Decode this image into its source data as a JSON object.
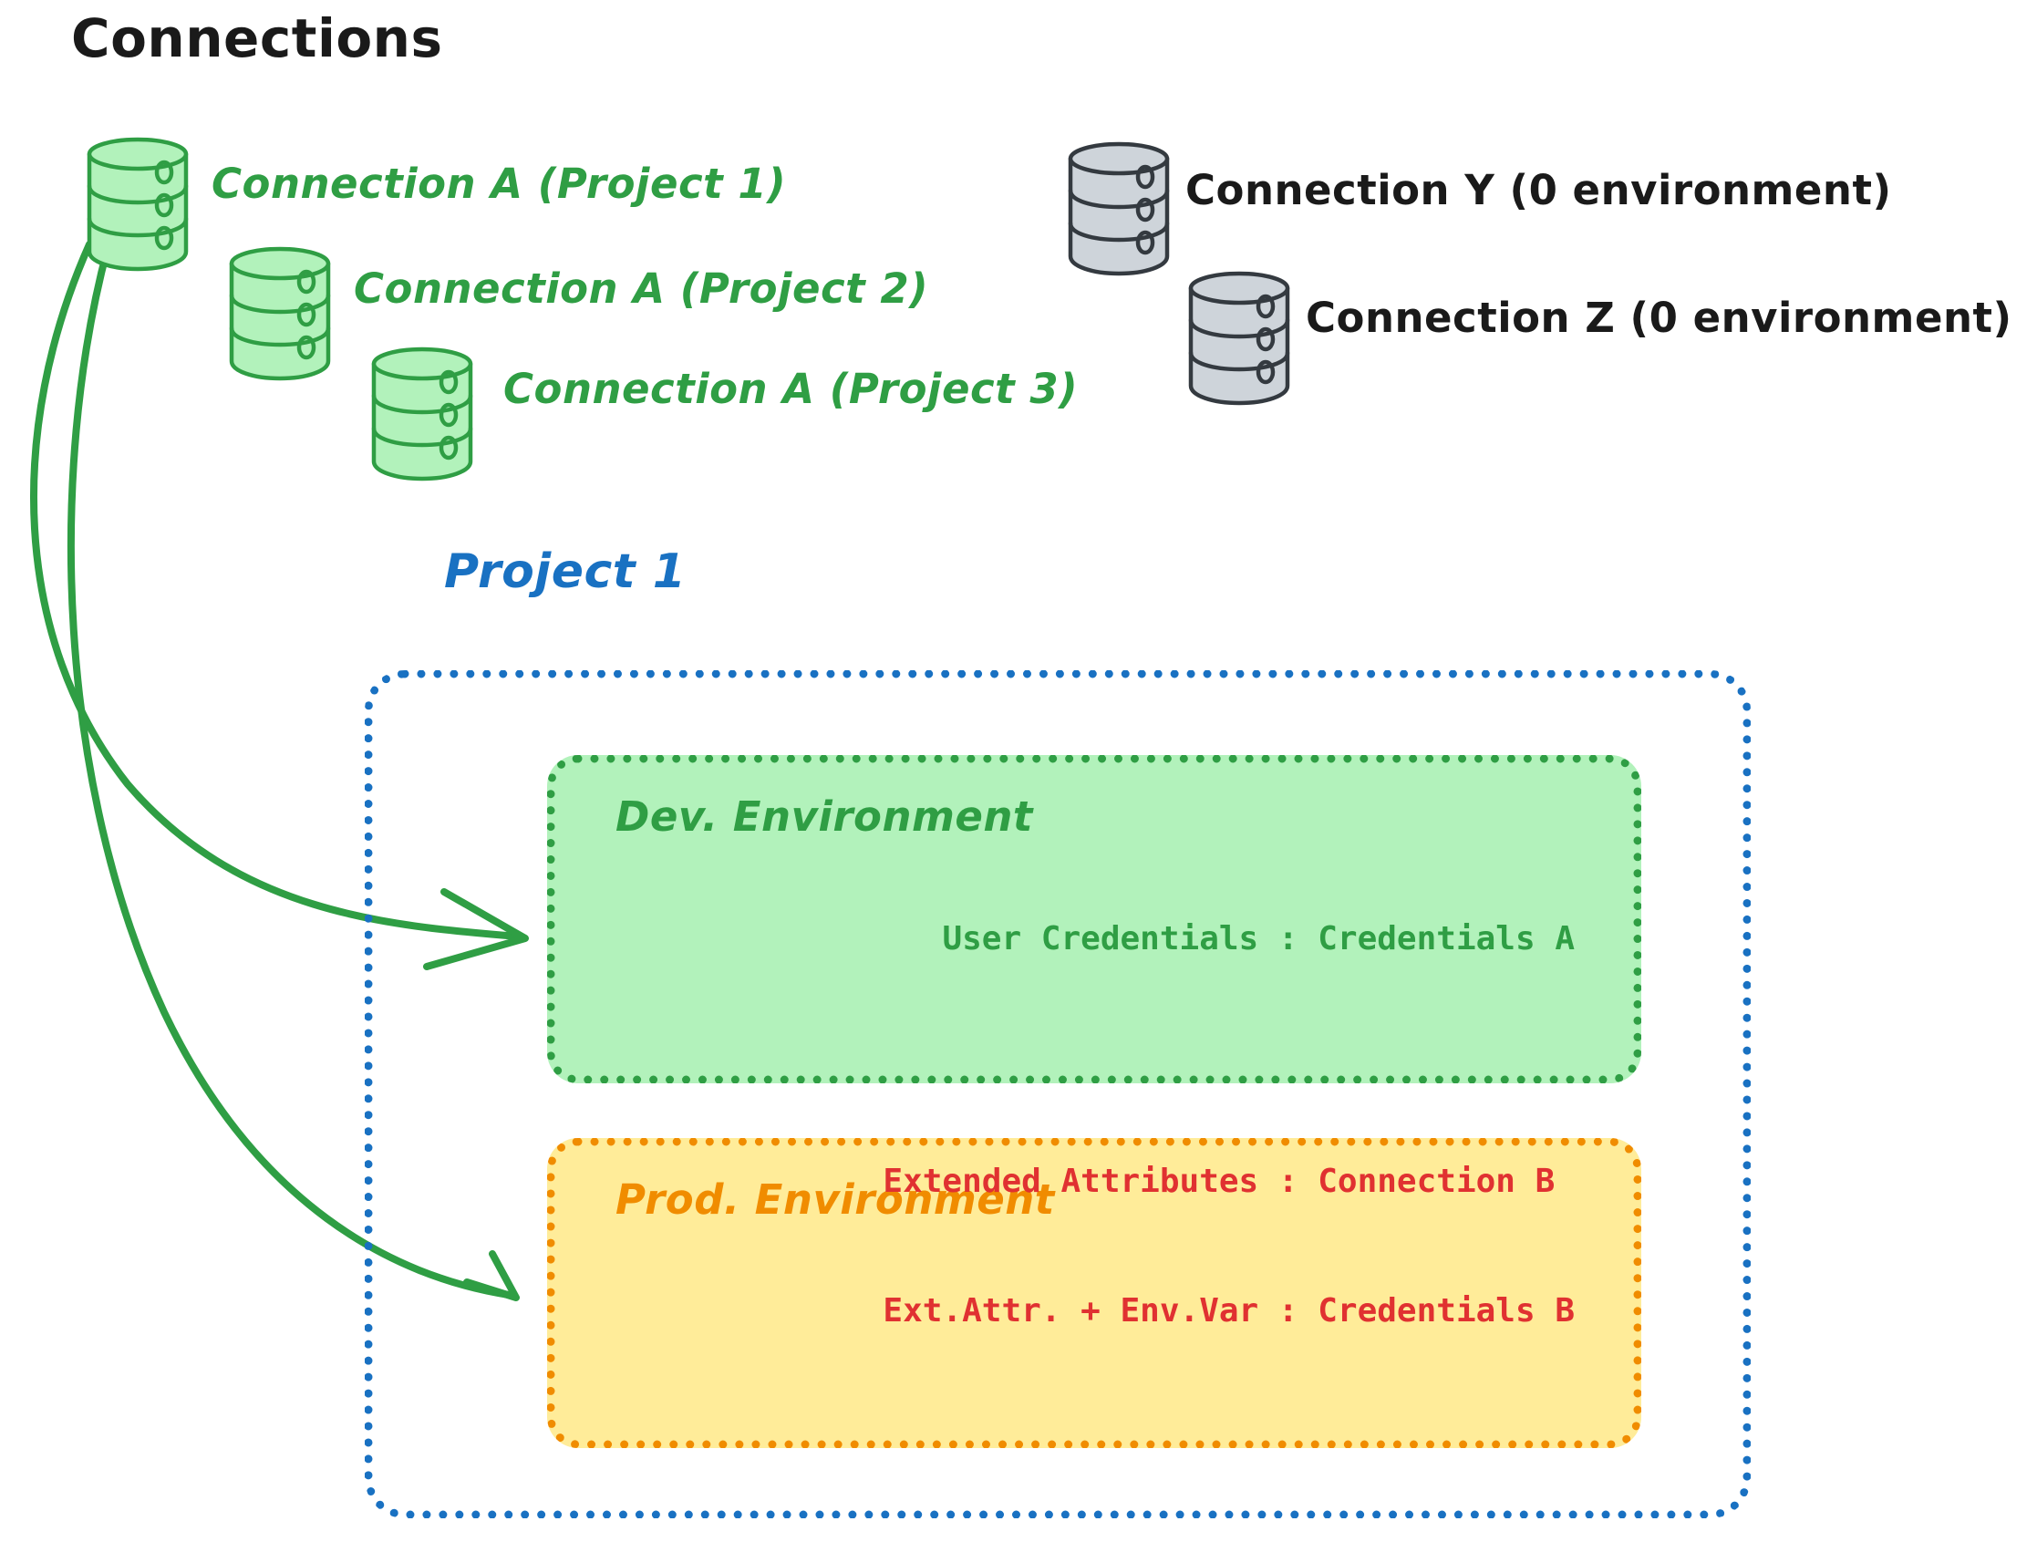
{
  "title": "Connections",
  "connections": [
    {
      "id": "conn-a-p1",
      "label": "Connection A (Project 1)",
      "color": "green"
    },
    {
      "id": "conn-a-p2",
      "label": "Connection A (Project 2)",
      "color": "green"
    },
    {
      "id": "conn-a-p3",
      "label": "Connection A (Project 3)",
      "color": "green"
    },
    {
      "id": "conn-y",
      "label": "Connection Y (0 environment)",
      "color": "black"
    },
    {
      "id": "conn-z",
      "label": "Connection Z (0 environment)",
      "color": "black"
    }
  ],
  "project": {
    "label": "Project 1",
    "environments": [
      {
        "id": "dev",
        "title": "Dev. Environment",
        "lines": [
          "User Credentials : Credentials A"
        ]
      },
      {
        "id": "prod",
        "title": "Prod. Environment",
        "lines": [
          "Extended Attributes : Connection B",
          "Ext.Attr. + Env.Var : Credentials B"
        ]
      }
    ]
  },
  "colors": {
    "green_stroke": "#2f9e44",
    "green_fill": "#b2f2bb",
    "gray_stroke": "#343a40",
    "gray_fill": "#ced4da",
    "blue": "#1971c2",
    "orange": "#f08c00",
    "yellow_fill": "#ffec99",
    "red": "#e03131",
    "black": "#1a1a1a"
  },
  "icons": {
    "database": "database-icon",
    "arrow": "curved-arrow-icon"
  }
}
